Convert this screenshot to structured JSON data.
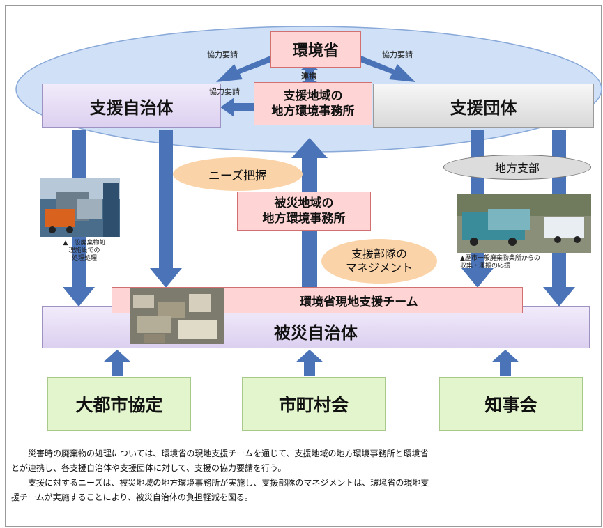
{
  "nodes": {
    "moe": "環境省",
    "support_office": "支援地域の\n地方環境事務所",
    "support_municipality": "支援自治体",
    "support_org": "支援団体",
    "regional_branch": "地方支部",
    "needs_bubble": "ニーズ把握",
    "disaster_office": "被災地域の\n地方環境事務所",
    "management_bubble": "支援部隊の\nマネジメント",
    "field_team": "環境省現地支援チーム",
    "disaster_municipality": "被災自治体",
    "big_city": "大都市協定",
    "municipal_assoc": "市町村会",
    "governors_assoc": "知事会"
  },
  "arrow_labels": {
    "request_left": "協力要請",
    "request_right": "協力要請",
    "request_mid": "協力要請",
    "cooperation": "連携"
  },
  "captions": {
    "left_photo": "▲一般廃棄物処\n理施設での\n処理処理",
    "right_photo": "▲歴市一般廃棄物業所からの\n収集・運搬の応援"
  },
  "paragraph": [
    "災害時の廃棄物の処理については、環境省の現地支援チームを通じて、支援地域の地方環境事務所と環境省",
    "とが連携し、各支援自治体や支援団体に対して、支援の協力要請を行う。",
    "支援に対するニーズは、被災地域の地方環境事務所が実施し、支援部隊のマネジメントは、環境省の現地支",
    "援チームが実施することにより、被災自治体の負担軽減を図る。"
  ],
  "colors": {
    "arrow": "#4a73b8",
    "ellipse": "#cfe0f7",
    "pink": "#ffd4d4",
    "lavender": "#e8e0f6",
    "green": "#e3f5cd",
    "bubble": "#fbd3a8"
  }
}
